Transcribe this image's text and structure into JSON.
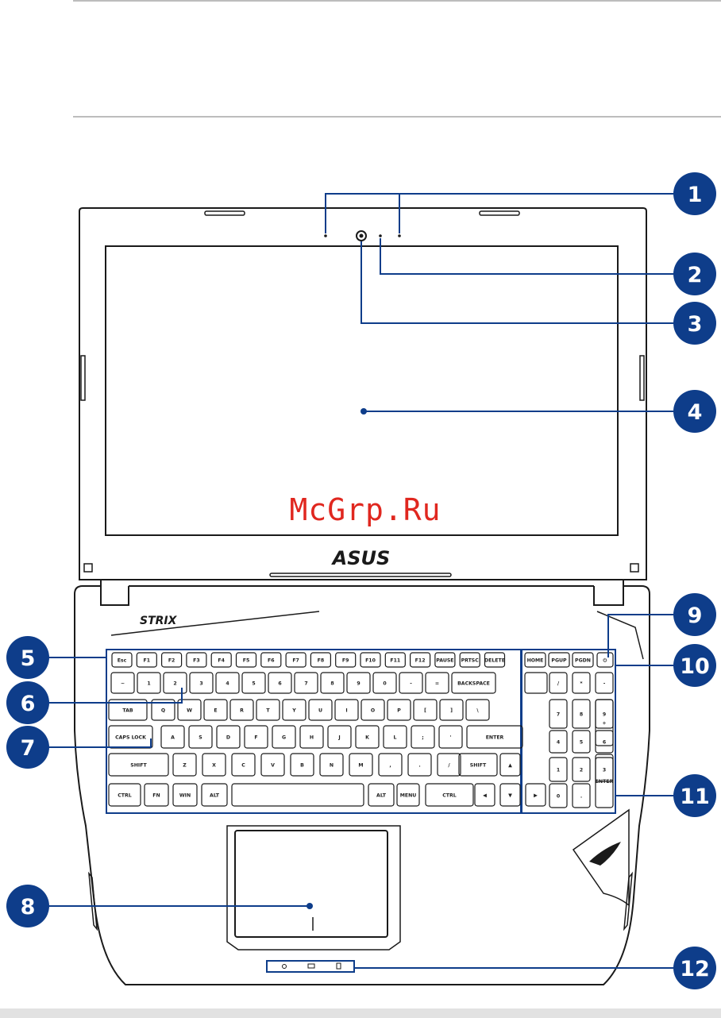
{
  "watermark": "McGrp.Ru",
  "brand": {
    "logo": "ASUS",
    "series": "STRIX"
  },
  "colors": {
    "callout": "#0e3d8a",
    "outline": "#1a1a1a",
    "watermark": "#e0271f"
  },
  "callouts": [
    "1",
    "2",
    "3",
    "4",
    "5",
    "6",
    "7",
    "8",
    "9",
    "10",
    "11",
    "12"
  ],
  "keyboard": {
    "row0": [
      "Esc",
      "F1",
      "F2",
      "F3",
      "F4",
      "F5",
      "F6",
      "F7",
      "F8",
      "F9",
      "F10",
      "F11",
      "F12",
      "PAUSE",
      "PRTSC",
      "DELETE"
    ],
    "row1": [
      "~",
      "1",
      "2",
      "3",
      "4",
      "5",
      "6",
      "7",
      "8",
      "9",
      "0",
      "-",
      "=",
      "BACKSPACE"
    ],
    "row2": [
      "TAB",
      "Q",
      "W",
      "E",
      "R",
      "T",
      "Y",
      "U",
      "I",
      "O",
      "P",
      "[",
      "]",
      "\\"
    ],
    "row3": [
      "CAPS LOCK",
      "A",
      "S",
      "D",
      "F",
      "G",
      "H",
      "J",
      "K",
      "L",
      ";",
      "'",
      "ENTER"
    ],
    "row4": [
      "SHIFT",
      "Z",
      "X",
      "C",
      "V",
      "B",
      "N",
      "M",
      ",",
      ".",
      "/",
      "SHIFT"
    ],
    "row5": [
      "CTRL",
      "FN",
      "WIN",
      "ALT",
      "",
      "ALT",
      "MENU",
      "CTRL"
    ],
    "nav": [
      "HOME",
      "PGUP",
      "PGDN"
    ],
    "numpad": [
      "/",
      "*",
      "-",
      "7",
      "8",
      "9",
      "+",
      "4",
      "5",
      "6",
      "1",
      "2",
      "3",
      "ENTER",
      "0",
      "."
    ]
  }
}
